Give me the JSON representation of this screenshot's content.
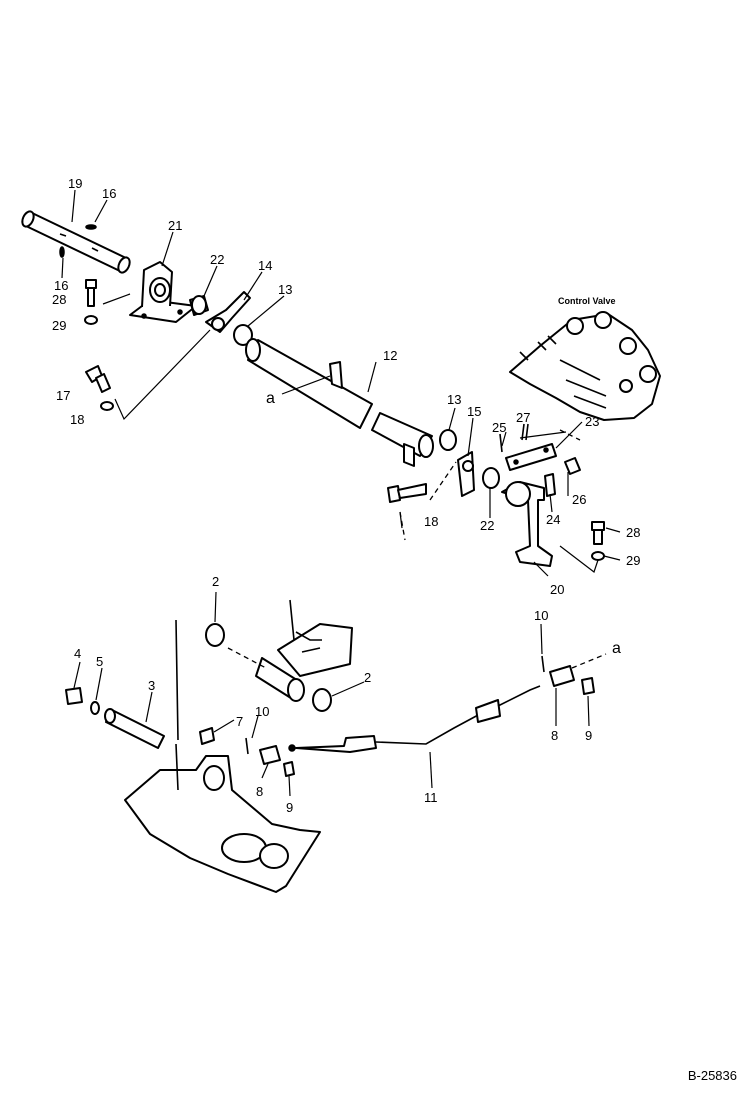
{
  "diagram": {
    "part_numbers": {
      "p1": "19",
      "p2": "16",
      "p3": "16",
      "p4": "21",
      "p5": "22",
      "p6": "14",
      "p7": "13",
      "p8": "28",
      "p9": "29",
      "p10": "17",
      "p11": "18",
      "p12": "12",
      "p13": "13",
      "p14": "15",
      "p15": "25",
      "p16": "27",
      "p17": "23",
      "p18": "26",
      "p19": "24",
      "p20": "22",
      "p21": "18",
      "p22": "28",
      "p23": "29",
      "p24": "20",
      "p25": "2",
      "p26": "2",
      "p27": "4",
      "p28": "5",
      "p29": "3",
      "p30": "7",
      "p31": "10",
      "p32": "8",
      "p33": "9",
      "p34": "10",
      "p35": "8",
      "p36": "9",
      "p37": "11"
    },
    "reference_letters": {
      "r1": "a",
      "r2": "a"
    },
    "control_valve_label": "Control Valve",
    "document_number": "B-25836"
  }
}
